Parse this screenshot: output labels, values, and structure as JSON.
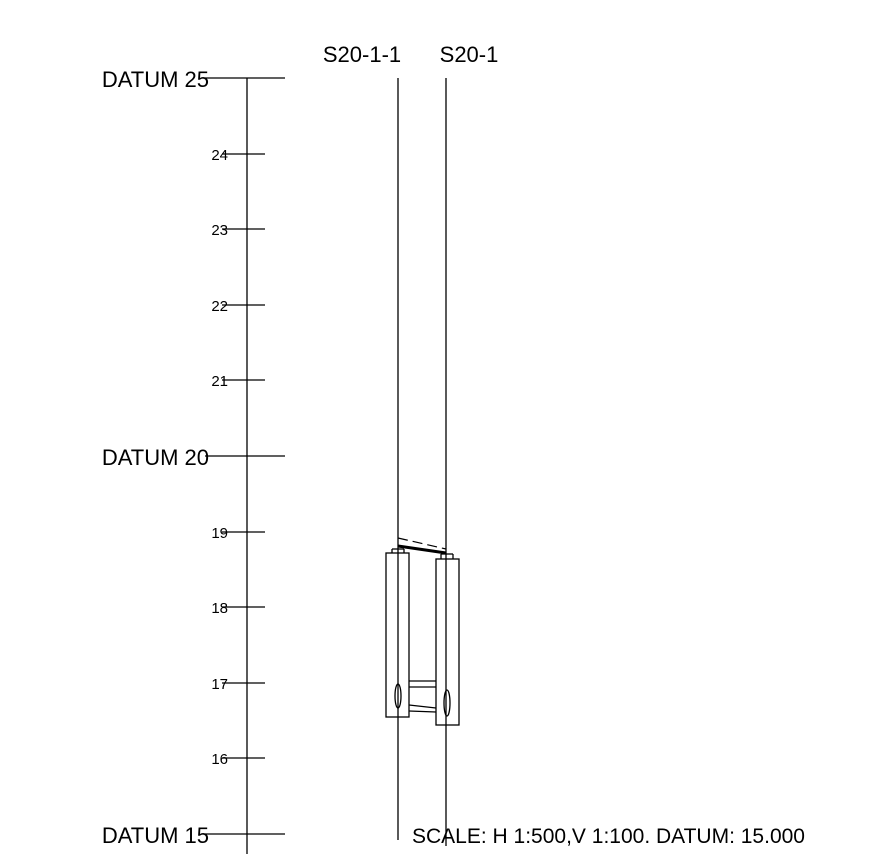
{
  "elevation_scale": {
    "datums": [
      {
        "label": "DATUM 25",
        "value": 25
      },
      {
        "label": "DATUM 20",
        "value": 20
      },
      {
        "label": "DATUM 15",
        "value": 15
      }
    ],
    "ticks": [
      {
        "label": "24",
        "value": 24
      },
      {
        "label": "23",
        "value": 23
      },
      {
        "label": "22",
        "value": 22
      },
      {
        "label": "21",
        "value": 21
      },
      {
        "label": "19",
        "value": 19
      },
      {
        "label": "18",
        "value": 18
      },
      {
        "label": "17",
        "value": 17
      },
      {
        "label": "16",
        "value": 16
      }
    ]
  },
  "sections": [
    {
      "label": "S20-1-1"
    },
    {
      "label": "S20-1"
    }
  ],
  "scale_note": "SCALE: H 1:500,V 1:100. DATUM: 15.000"
}
